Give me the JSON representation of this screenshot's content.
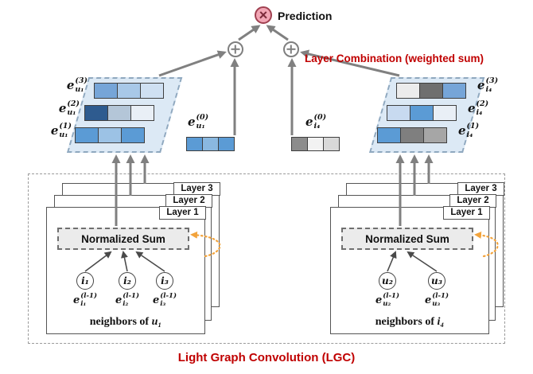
{
  "colors": {
    "red_label": "#c00000",
    "arrow_gray": "#808080",
    "arrow_dark": "#4a4a4a",
    "orange": "#f2a33c",
    "pred_fill": "#f2a6b5",
    "pred_border": "#a04050",
    "parallelogram_fill": "#dce9f5",
    "parallelogram_border": "#8fa8bf",
    "box_border": "#555555"
  },
  "top": {
    "prediction": "Prediction",
    "layer_combination": "Layer Combination (weighted sum)"
  },
  "left_stack": {
    "rows": [
      {
        "label": {
          "base": "e",
          "sup": "(3)",
          "sub": "u₁"
        },
        "cells": [
          "#76a5d8",
          "#a8c8e8",
          "#cfe0f2"
        ]
      },
      {
        "label": {
          "base": "e",
          "sup": "(2)",
          "sub": "u₁"
        },
        "cells": [
          "#2e5b8f",
          "#b4c6d8",
          "#e9eff6"
        ]
      },
      {
        "label": {
          "base": "e",
          "sup": "(1)",
          "sub": "u₁"
        },
        "cells": [
          "#5b9bd5",
          "#9cc2e5",
          "#5b9bd5"
        ]
      }
    ]
  },
  "right_stack": {
    "rows": [
      {
        "label": {
          "base": "e",
          "sup": "(3)",
          "sub": "i₄"
        },
        "cells": [
          "#ececec",
          "#6f6f6f",
          "#76a5d8"
        ]
      },
      {
        "label": {
          "base": "e",
          "sup": "(2)",
          "sub": "i₄"
        },
        "cells": [
          "#c8daf0",
          "#5b9bd5",
          "#e9eff6"
        ]
      },
      {
        "label": {
          "base": "e",
          "sup": "(1)",
          "sub": "i₄"
        },
        "cells": [
          "#5b9bd5",
          "#7f7f7f",
          "#a6a6a6"
        ]
      }
    ]
  },
  "e0_left": {
    "label": {
      "base": "e",
      "sup": "(0)",
      "sub": "u₁"
    },
    "cells": [
      "#5b9bd5",
      "#8ab8e0",
      "#5b9bd5"
    ]
  },
  "e0_right": {
    "label": {
      "base": "e",
      "sup": "(0)",
      "sub": "i₄"
    },
    "cells": [
      "#8c8c8c",
      "#f2f2f2",
      "#d9d9d9"
    ]
  },
  "lgc": {
    "title": "Light Graph Convolution (LGC)",
    "left_block": {
      "layers": [
        "Layer 3",
        "Layer 2",
        "Layer 1"
      ],
      "norm_sum": "Normalized Sum",
      "nodes": [
        {
          "id": "i₁",
          "emb": {
            "base": "e",
            "sup": "(l-1)",
            "sub": "i₁"
          }
        },
        {
          "id": "i₂",
          "emb": {
            "base": "e",
            "sup": "(l-1)",
            "sub": "i₂"
          }
        },
        {
          "id": "i₃",
          "emb": {
            "base": "e",
            "sup": "(l-1)",
            "sub": "i₃"
          }
        }
      ],
      "neighbors": {
        "text": "neighbors of",
        "var": "u₁"
      }
    },
    "right_block": {
      "layers": [
        "Layer 3",
        "Layer 2",
        "Layer 1"
      ],
      "norm_sum": "Normalized Sum",
      "nodes": [
        {
          "id": "u₂",
          "emb": {
            "base": "e",
            "sup": "(l-1)",
            "sub": "u₂"
          }
        },
        {
          "id": "u₃",
          "emb": {
            "base": "e",
            "sup": "(l-1)",
            "sub": "u₃"
          }
        }
      ],
      "neighbors": {
        "text": "neighbors of",
        "var": "i₄"
      }
    }
  }
}
